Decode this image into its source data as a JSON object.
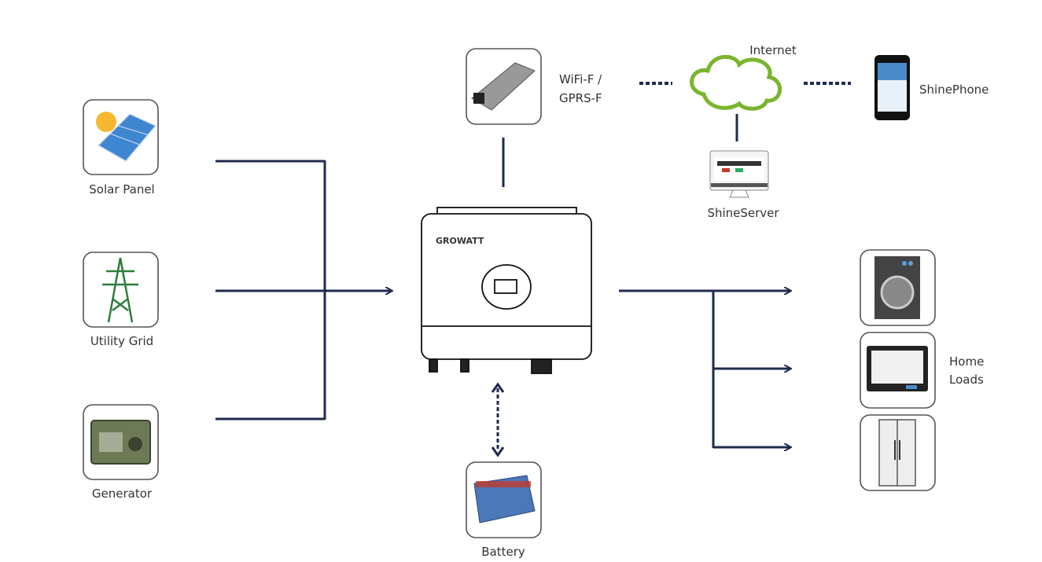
{
  "colors": {
    "line": "#1f2a4d",
    "cloud": "#7ab52e",
    "box_border": "#555555"
  },
  "sources": [
    {
      "label": "Solar Panel",
      "icon": "solar-panel-icon"
    },
    {
      "label": "Utility Grid",
      "icon": "power-tower-icon"
    },
    {
      "label": "Generator",
      "icon": "generator-icon"
    }
  ],
  "inverter": {
    "brand": "GROWATT",
    "icon": "inverter-icon"
  },
  "monitoring": {
    "datalogger_label_1": "WiFi-F /",
    "datalogger_label_2": "GPRS-F",
    "internet_label": "Internet",
    "server_label": "ShineServer",
    "phone_label": "ShinePhone"
  },
  "battery": {
    "label": "Battery",
    "icon": "battery-icon"
  },
  "loads": {
    "label_1": "Home",
    "label_2": "Loads",
    "items": [
      {
        "icon": "washing-machine-icon"
      },
      {
        "icon": "tv-icon"
      },
      {
        "icon": "refrigerator-icon"
      }
    ]
  }
}
